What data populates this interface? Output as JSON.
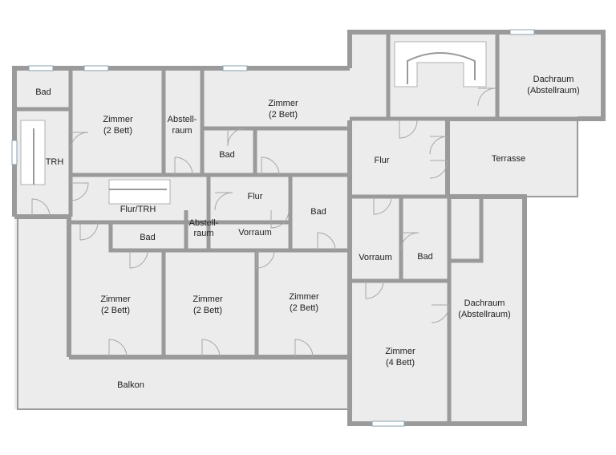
{
  "rooms": [
    {
      "id": "bad-1",
      "lines": [
        "Bad"
      ]
    },
    {
      "id": "zimmer-2bett-1",
      "lines": [
        "Zimmer",
        "(2 Bett)"
      ]
    },
    {
      "id": "abstellraum-1",
      "lines": [
        "Abstell-",
        "raum"
      ]
    },
    {
      "id": "zimmer-2bett-2",
      "lines": [
        "Zimmer",
        "(2 Bett)"
      ]
    },
    {
      "id": "dachraum-1",
      "lines": [
        "Dachraum",
        "(Abstellraum)"
      ]
    },
    {
      "id": "trh",
      "lines": [
        "TRH"
      ]
    },
    {
      "id": "bad-2",
      "lines": [
        "Bad"
      ]
    },
    {
      "id": "flur-1",
      "lines": [
        "Flur"
      ]
    },
    {
      "id": "terrasse",
      "lines": [
        "Terrasse"
      ]
    },
    {
      "id": "flur-trh",
      "lines": [
        "Flur/TRH"
      ]
    },
    {
      "id": "flur-2",
      "lines": [
        "Flur"
      ]
    },
    {
      "id": "bad-3",
      "lines": [
        "Bad"
      ]
    },
    {
      "id": "abstellraum-2",
      "lines": [
        "Abstell-",
        "raum"
      ]
    },
    {
      "id": "bad-4",
      "lines": [
        "Bad"
      ]
    },
    {
      "id": "vorraum-1",
      "lines": [
        "Vorraum"
      ]
    },
    {
      "id": "vorraum-2",
      "lines": [
        "Vorraum"
      ]
    },
    {
      "id": "bad-5",
      "lines": [
        "Bad"
      ]
    },
    {
      "id": "zimmer-2bett-3",
      "lines": [
        "Zimmer",
        "(2 Bett)"
      ]
    },
    {
      "id": "zimmer-2bett-4",
      "lines": [
        "Zimmer",
        "(2 Bett)"
      ]
    },
    {
      "id": "zimmer-2bett-5",
      "lines": [
        "Zimmer",
        "(2 Bett)"
      ]
    },
    {
      "id": "dachraum-2",
      "lines": [
        "Dachraum",
        "(Abstellraum)"
      ]
    },
    {
      "id": "zimmer-4bett",
      "lines": [
        "Zimmer",
        "(4 Bett)"
      ]
    },
    {
      "id": "balkon",
      "lines": [
        "Balkon"
      ]
    }
  ]
}
